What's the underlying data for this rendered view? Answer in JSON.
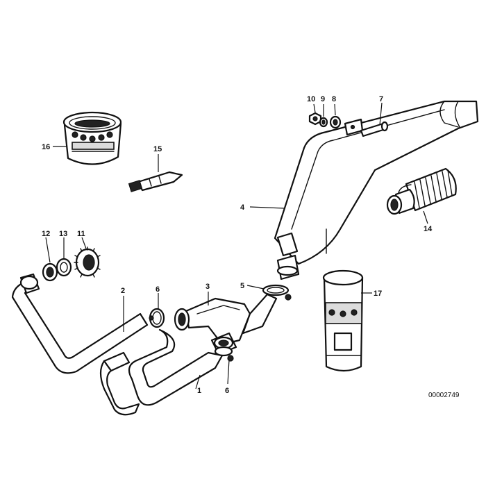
{
  "diagram": {
    "reference_number": "00002749",
    "callouts": [
      "1",
      "2",
      "3",
      "4",
      "5",
      "6",
      "6",
      "7",
      "8",
      "9",
      "10",
      "11",
      "12",
      "13",
      "14",
      "15",
      "16",
      "17"
    ]
  }
}
